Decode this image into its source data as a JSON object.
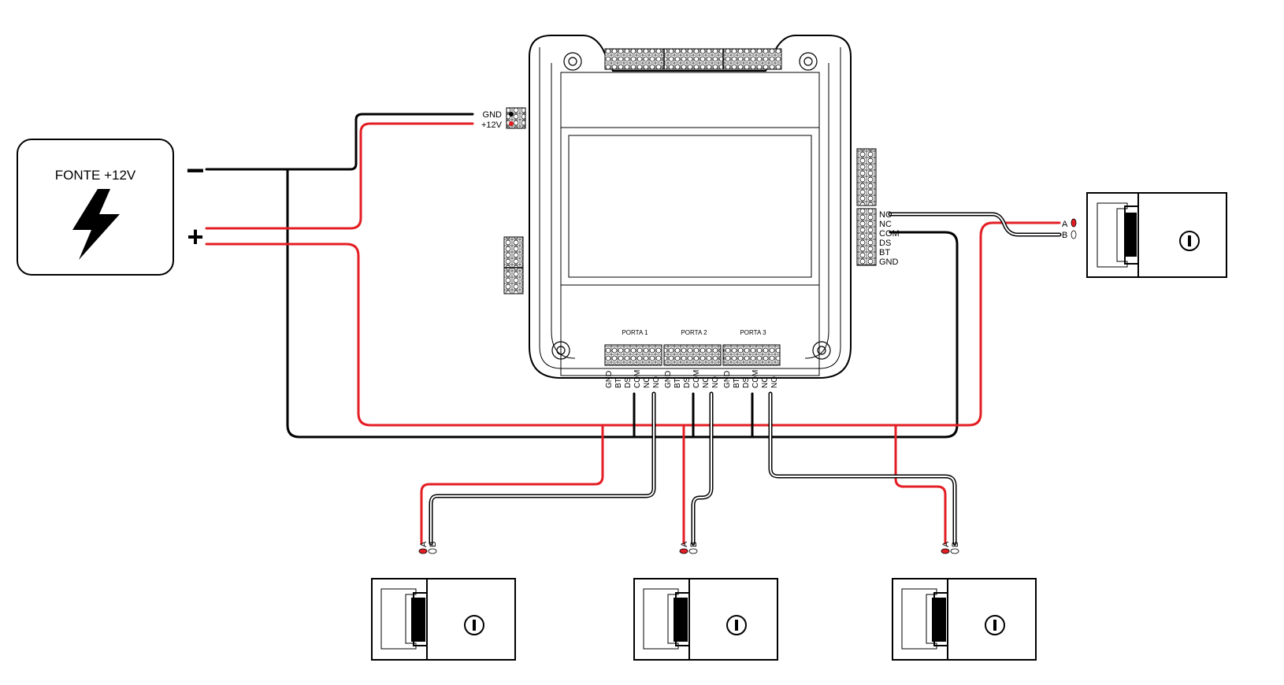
{
  "power_supply": {
    "title": "FONTE +12V",
    "negative_symbol": "−",
    "positive_symbol": "+",
    "icon": "lightning-bolt-icon"
  },
  "controller": {
    "power_terminals": [
      "GND",
      "+12V"
    ],
    "aux_terminals": [
      "NO",
      "NC",
      "COM",
      "DS",
      "BT",
      "GND"
    ],
    "ports": [
      {
        "label": "PORTA 1"
      },
      {
        "label": "PORTA 2"
      },
      {
        "label": "PORTA 3"
      }
    ],
    "port_terminals": [
      "GND",
      "BT",
      "DS",
      "COM",
      "NC",
      "NO"
    ]
  },
  "lock_terminals": {
    "a": "A",
    "b": "B"
  },
  "locks": [
    {
      "name": "lock-right",
      "icon": "lock-cylinder-icon"
    },
    {
      "name": "lock-porta-1",
      "icon": "lock-cylinder-icon"
    },
    {
      "name": "lock-porta-2",
      "icon": "lock-cylinder-icon"
    },
    {
      "name": "lock-porta-3",
      "icon": "lock-cylinder-icon"
    }
  ],
  "colors": {
    "positive_wire": "#e31e24",
    "negative_wire": "#000000",
    "background": "#ffffff"
  }
}
